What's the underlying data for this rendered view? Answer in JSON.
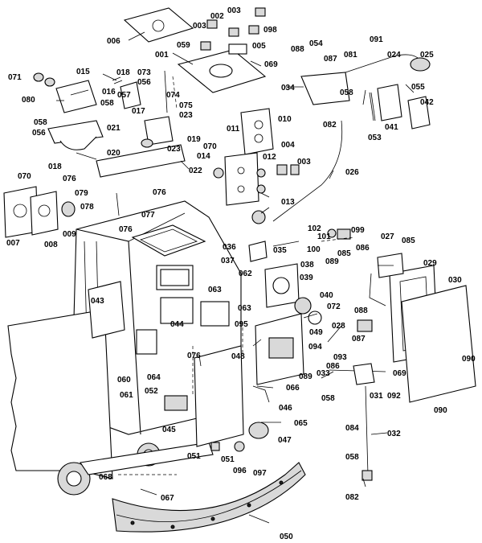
{
  "diagram": {
    "labels": [
      {
        "id": "lbl-006",
        "text": "006"
      },
      {
        "id": "lbl-002",
        "text": "002"
      },
      {
        "id": "lbl-003-top",
        "text": "003"
      },
      {
        "id": "lbl-003-b",
        "text": "003"
      },
      {
        "id": "lbl-098",
        "text": "098"
      },
      {
        "id": "lbl-059",
        "text": "059"
      },
      {
        "id": "lbl-005",
        "text": "005"
      },
      {
        "id": "lbl-001",
        "text": "001"
      },
      {
        "id": "lbl-069",
        "text": "069"
      },
      {
        "id": "lbl-088-top",
        "text": "088"
      },
      {
        "id": "lbl-054",
        "text": "054"
      },
      {
        "id": "lbl-087-top",
        "text": "087"
      },
      {
        "id": "lbl-081",
        "text": "081"
      },
      {
        "id": "lbl-091",
        "text": "091"
      },
      {
        "id": "lbl-024",
        "text": "024"
      },
      {
        "id": "lbl-025",
        "text": "025"
      },
      {
        "id": "lbl-071",
        "text": "071"
      },
      {
        "id": "lbl-015",
        "text": "015"
      },
      {
        "id": "lbl-018-a",
        "text": "018"
      },
      {
        "id": "lbl-073",
        "text": "073"
      },
      {
        "id": "lbl-056-a",
        "text": "056"
      },
      {
        "id": "lbl-080",
        "text": "080"
      },
      {
        "id": "lbl-016",
        "text": "016"
      },
      {
        "id": "lbl-057",
        "text": "057"
      },
      {
        "id": "lbl-058-a",
        "text": "058"
      },
      {
        "id": "lbl-017",
        "text": "017"
      },
      {
        "id": "lbl-074",
        "text": "074"
      },
      {
        "id": "lbl-075",
        "text": "075"
      },
      {
        "id": "lbl-023-a",
        "text": "023"
      },
      {
        "id": "lbl-034",
        "text": "034"
      },
      {
        "id": "lbl-058-b",
        "text": "058"
      },
      {
        "id": "lbl-055",
        "text": "055"
      },
      {
        "id": "lbl-042",
        "text": "042"
      },
      {
        "id": "lbl-058-c",
        "text": "058"
      },
      {
        "id": "lbl-021",
        "text": "021"
      },
      {
        "id": "lbl-056-b",
        "text": "056"
      },
      {
        "id": "lbl-019",
        "text": "019"
      },
      {
        "id": "lbl-023-b",
        "text": "023"
      },
      {
        "id": "lbl-011",
        "text": "011"
      },
      {
        "id": "lbl-010",
        "text": "010"
      },
      {
        "id": "lbl-070-a",
        "text": "070"
      },
      {
        "id": "lbl-082-a",
        "text": "082"
      },
      {
        "id": "lbl-041",
        "text": "041"
      },
      {
        "id": "lbl-053",
        "text": "053"
      },
      {
        "id": "lbl-020",
        "text": "020"
      },
      {
        "id": "lbl-004",
        "text": "004"
      },
      {
        "id": "lbl-014",
        "text": "014"
      },
      {
        "id": "lbl-012",
        "text": "012"
      },
      {
        "id": "lbl-003-c",
        "text": "003"
      },
      {
        "id": "lbl-018-b",
        "text": "018"
      },
      {
        "id": "lbl-022",
        "text": "022"
      },
      {
        "id": "lbl-076-a",
        "text": "076"
      },
      {
        "id": "lbl-026",
        "text": "026"
      },
      {
        "id": "lbl-070-b",
        "text": "070"
      },
      {
        "id": "lbl-079",
        "text": "079"
      },
      {
        "id": "lbl-078",
        "text": "078"
      },
      {
        "id": "lbl-077",
        "text": "077"
      },
      {
        "id": "lbl-076-b",
        "text": "076"
      },
      {
        "id": "lbl-076-c",
        "text": "076"
      },
      {
        "id": "lbl-013",
        "text": "013"
      },
      {
        "id": "lbl-009",
        "text": "009"
      },
      {
        "id": "lbl-007",
        "text": "007"
      },
      {
        "id": "lbl-008",
        "text": "008"
      },
      {
        "id": "lbl-102",
        "text": "102"
      },
      {
        "id": "lbl-101",
        "text": "101"
      },
      {
        "id": "lbl-099",
        "text": "099"
      },
      {
        "id": "lbl-100",
        "text": "100"
      },
      {
        "id": "lbl-086-a",
        "text": "086"
      },
      {
        "id": "lbl-027",
        "text": "027"
      },
      {
        "id": "lbl-085-a",
        "text": "085"
      },
      {
        "id": "lbl-085-b",
        "text": "085"
      },
      {
        "id": "lbl-089-a",
        "text": "089"
      },
      {
        "id": "lbl-029",
        "text": "029"
      },
      {
        "id": "lbl-030",
        "text": "030"
      },
      {
        "id": "lbl-036",
        "text": "036"
      },
      {
        "id": "lbl-035",
        "text": "035"
      },
      {
        "id": "lbl-037",
        "text": "037"
      },
      {
        "id": "lbl-062",
        "text": "062"
      },
      {
        "id": "lbl-038",
        "text": "038"
      },
      {
        "id": "lbl-039",
        "text": "039"
      },
      {
        "id": "lbl-063-a",
        "text": "063"
      },
      {
        "id": "lbl-063-b",
        "text": "063"
      },
      {
        "id": "lbl-040",
        "text": "040"
      },
      {
        "id": "lbl-072",
        "text": "072"
      },
      {
        "id": "lbl-043",
        "text": "043"
      },
      {
        "id": "lbl-088-b",
        "text": "088"
      },
      {
        "id": "lbl-095",
        "text": "095"
      },
      {
        "id": "lbl-049",
        "text": "049"
      },
      {
        "id": "lbl-028",
        "text": "028"
      },
      {
        "id": "lbl-087-b",
        "text": "087"
      },
      {
        "id": "lbl-044",
        "text": "044"
      },
      {
        "id": "lbl-094",
        "text": "094"
      },
      {
        "id": "lbl-048",
        "text": "048"
      },
      {
        "id": "lbl-093",
        "text": "093"
      },
      {
        "id": "lbl-076-d",
        "text": "076"
      },
      {
        "id": "lbl-086-b",
        "text": "086"
      },
      {
        "id": "lbl-069-b",
        "text": "069"
      },
      {
        "id": "lbl-090-a",
        "text": "090"
      },
      {
        "id": "lbl-089-b",
        "text": "089"
      },
      {
        "id": "lbl-033",
        "text": "033"
      },
      {
        "id": "lbl-031",
        "text": "031"
      },
      {
        "id": "lbl-092",
        "text": "092"
      },
      {
        "id": "lbl-060",
        "text": "060"
      },
      {
        "id": "lbl-064",
        "text": "064"
      },
      {
        "id": "lbl-061",
        "text": "061"
      },
      {
        "id": "lbl-066",
        "text": "066"
      },
      {
        "id": "lbl-052",
        "text": "052"
      },
      {
        "id": "lbl-058-d",
        "text": "058"
      },
      {
        "id": "lbl-090-b",
        "text": "090"
      },
      {
        "id": "lbl-046",
        "text": "046"
      },
      {
        "id": "lbl-084",
        "text": "084"
      },
      {
        "id": "lbl-065",
        "text": "065"
      },
      {
        "id": "lbl-045",
        "text": "045"
      },
      {
        "id": "lbl-032",
        "text": "032"
      },
      {
        "id": "lbl-047",
        "text": "047"
      },
      {
        "id": "lbl-051-a",
        "text": "051"
      },
      {
        "id": "lbl-051-b",
        "text": "051"
      },
      {
        "id": "lbl-096",
        "text": "096"
      },
      {
        "id": "lbl-097",
        "text": "097"
      },
      {
        "id": "lbl-058-e",
        "text": "058"
      },
      {
        "id": "lbl-068",
        "text": "068"
      },
      {
        "id": "lbl-082-b",
        "text": "082"
      },
      {
        "id": "lbl-067",
        "text": "067"
      },
      {
        "id": "lbl-050",
        "text": "050"
      }
    ]
  }
}
